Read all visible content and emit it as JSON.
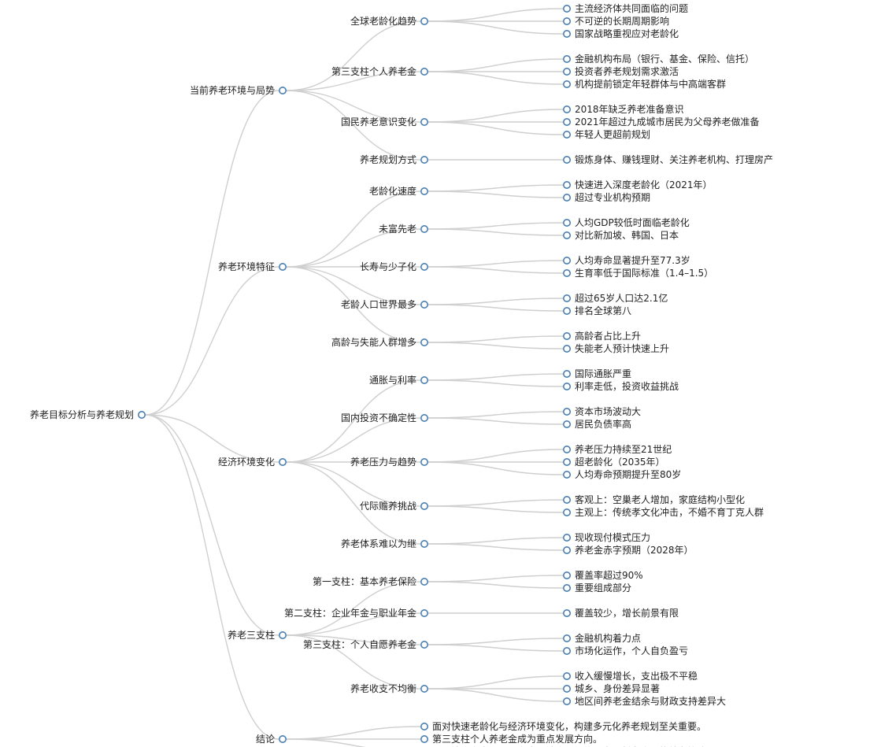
{
  "colors": {
    "node_stroke": "#4a7fb0",
    "link": "#cfcfcf",
    "text": "#222222",
    "background": "#ffffff"
  },
  "root": {
    "label": "养老目标分析与养老规划",
    "children": [
      {
        "label": "当前养老环境与局势",
        "children": [
          {
            "label": "全球老龄化趋势",
            "children": [
              {
                "label": "主流经济体共同面临的问题"
              },
              {
                "label": "不可逆的长期周期影响"
              },
              {
                "label": "国家战略重视应对老龄化"
              }
            ]
          },
          {
            "label": "第三支柱个人养老金",
            "children": [
              {
                "label": "金融机构布局（银行、基金、保险、信托）"
              },
              {
                "label": "投资者养老规划需求激活"
              },
              {
                "label": "机构提前锁定年轻群体与中高端客群"
              }
            ]
          },
          {
            "label": "国民养老意识变化",
            "children": [
              {
                "label": "2018年缺乏养老准备意识"
              },
              {
                "label": "2021年超过九成城市居民为父母养老做准备"
              },
              {
                "label": "年轻人更超前规划"
              }
            ]
          },
          {
            "label": "养老规划方式",
            "children": [
              {
                "label": "锻炼身体、赚钱理财、关注养老机构、打理房产"
              }
            ]
          }
        ]
      },
      {
        "label": "养老环境特征",
        "children": [
          {
            "label": "老龄化速度",
            "children": [
              {
                "label": "快速进入深度老龄化（2021年）"
              },
              {
                "label": "超过专业机构预期"
              }
            ]
          },
          {
            "label": "未富先老",
            "children": [
              {
                "label": "人均GDP较低时面临老龄化"
              },
              {
                "label": "对比新加坡、韩国、日本"
              }
            ]
          },
          {
            "label": "长寿与少子化",
            "children": [
              {
                "label": "人均寿命显著提升至77.3岁"
              },
              {
                "label": "生育率低于国际标准（1.4–1.5）"
              }
            ]
          },
          {
            "label": "老龄人口世界最多",
            "children": [
              {
                "label": "超过65岁人口达2.1亿"
              },
              {
                "label": "排名全球第八"
              }
            ]
          },
          {
            "label": "高龄与失能人群增多",
            "children": [
              {
                "label": "高龄者占比上升"
              },
              {
                "label": "失能老人预计快速上升"
              }
            ]
          }
        ]
      },
      {
        "label": "经济环境变化",
        "children": [
          {
            "label": "通胀与利率",
            "children": [
              {
                "label": "国际通胀严重"
              },
              {
                "label": "利率走低，投资收益挑战"
              }
            ]
          },
          {
            "label": "国内投资不确定性",
            "children": [
              {
                "label": "资本市场波动大"
              },
              {
                "label": "居民负债率高"
              }
            ]
          },
          {
            "label": "养老压力与趋势",
            "children": [
              {
                "label": "养老压力持续至21世纪"
              },
              {
                "label": "超老龄化（2035年）"
              },
              {
                "label": "人均寿命预期提升至80岁"
              }
            ]
          },
          {
            "label": "代际赡养挑战",
            "children": [
              {
                "label": "客观上：空巢老人增加，家庭结构小型化"
              },
              {
                "label": "主观上：传统孝文化冲击，不婚不育丁克人群"
              }
            ]
          },
          {
            "label": "养老体系难以为继",
            "children": [
              {
                "label": "现收现付模式压力"
              },
              {
                "label": "养老金赤字预期（2028年）"
              }
            ]
          }
        ]
      },
      {
        "label": "养老三支柱",
        "children": [
          {
            "label": "第一支柱：基本养老保险",
            "children": [
              {
                "label": "覆盖率超过90%"
              },
              {
                "label": "重要组成部分"
              }
            ]
          },
          {
            "label": "第二支柱：企业年金与职业年金",
            "children": [
              {
                "label": "覆盖较少，增长前景有限"
              }
            ]
          },
          {
            "label": "第三支柱：个人自愿养老金",
            "children": [
              {
                "label": "金融机构着力点"
              },
              {
                "label": "市场化运作，个人自负盈亏"
              }
            ]
          },
          {
            "label": "养老收支不均衡",
            "children": [
              {
                "label": "收入缓慢增长，支出极不平稳"
              },
              {
                "label": "城乡、身份差异显著"
              },
              {
                "label": "地区间养老金结余与财政支持差异大"
              }
            ]
          }
        ]
      },
      {
        "label": "结论",
        "children": [
          {
            "label": "面对快速老龄化与经济环境变化，构建多元化养老规划至关重要。"
          },
          {
            "label": "第三支柱个人养老金成为重点发展方向。"
          },
          {
            "label": "需要综合考虑个人、家庭、社会及经济因素，制定合理的养老策略。"
          }
        ]
      }
    ]
  }
}
